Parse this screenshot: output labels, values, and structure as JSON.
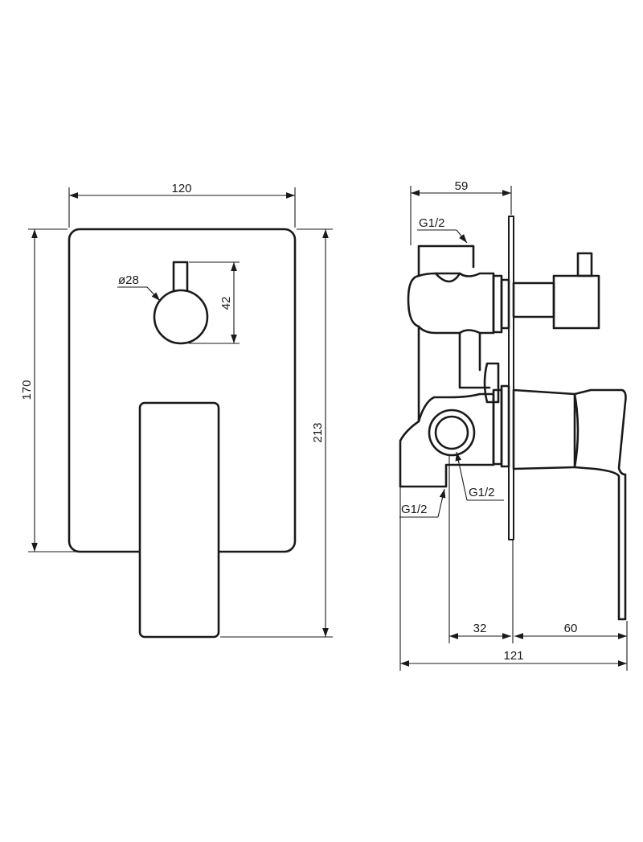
{
  "front_view": {
    "width_dim": "120",
    "height_dim": "170",
    "total_height_dim": "213",
    "knob_diameter": "ø28",
    "knob_offset": "42"
  },
  "side_view": {
    "depth_dim": "59",
    "thread_top": "G1/2",
    "thread_center": "G1/2",
    "thread_bottom": "G1/2",
    "rear_dim": "32",
    "front_dim": "60",
    "total_depth_dim": "121"
  }
}
